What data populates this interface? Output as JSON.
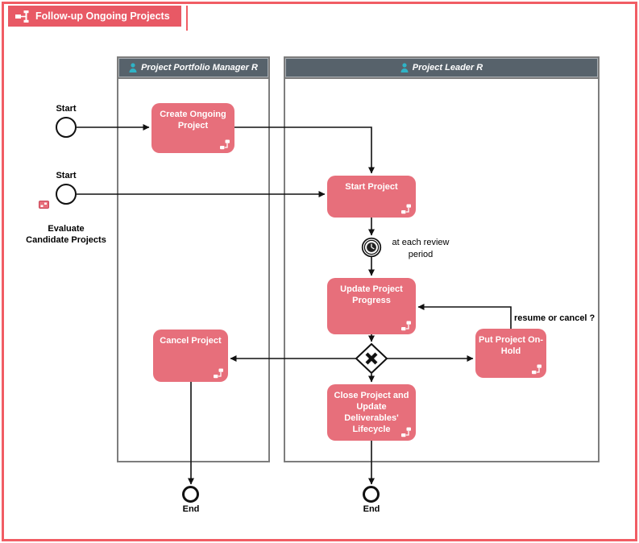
{
  "title_bar": {
    "label": "Follow-up Ongoing Projects"
  },
  "lanes": [
    {
      "label": "Project Portfolio Manager R"
    },
    {
      "label": "Project Leader R"
    }
  ],
  "tasks": [
    {
      "label": "Create Ongoing Project"
    },
    {
      "label": "Start Project"
    },
    {
      "label": "Update Project Progress"
    },
    {
      "label": "Cancel Project"
    },
    {
      "label": "Put Project On-Hold"
    },
    {
      "label": "Close Project and Update Deliverables' Lifecycle"
    }
  ],
  "events": {
    "start_top_label": "Start",
    "start_bottom_label": "Start",
    "evaluate_ref_label": "Evaluate\nCandidate Projects",
    "end_left_label": "End",
    "end_right_label": "End"
  },
  "annotations": {
    "timer_label": "at each review period",
    "loop_label": "resume or cancel ?"
  },
  "icons": {
    "title_icon": "flowchart-icon",
    "lane_icon": "person-icon",
    "task_corner_icon": "subprocess-flowchart-icon",
    "timer_icon": "clock-icon",
    "gateway_icon": "x-gateway-icon",
    "evaluate_icon": "mini-process-icon"
  },
  "colors": {
    "banner_red": "#e85965",
    "border_red": "#f15d64",
    "task_fill": "#e76f7b",
    "lane_header": "#57626b",
    "lane_border": "#7d7d7d",
    "person_teal": "#2fb3c6",
    "ink": "#111111"
  }
}
